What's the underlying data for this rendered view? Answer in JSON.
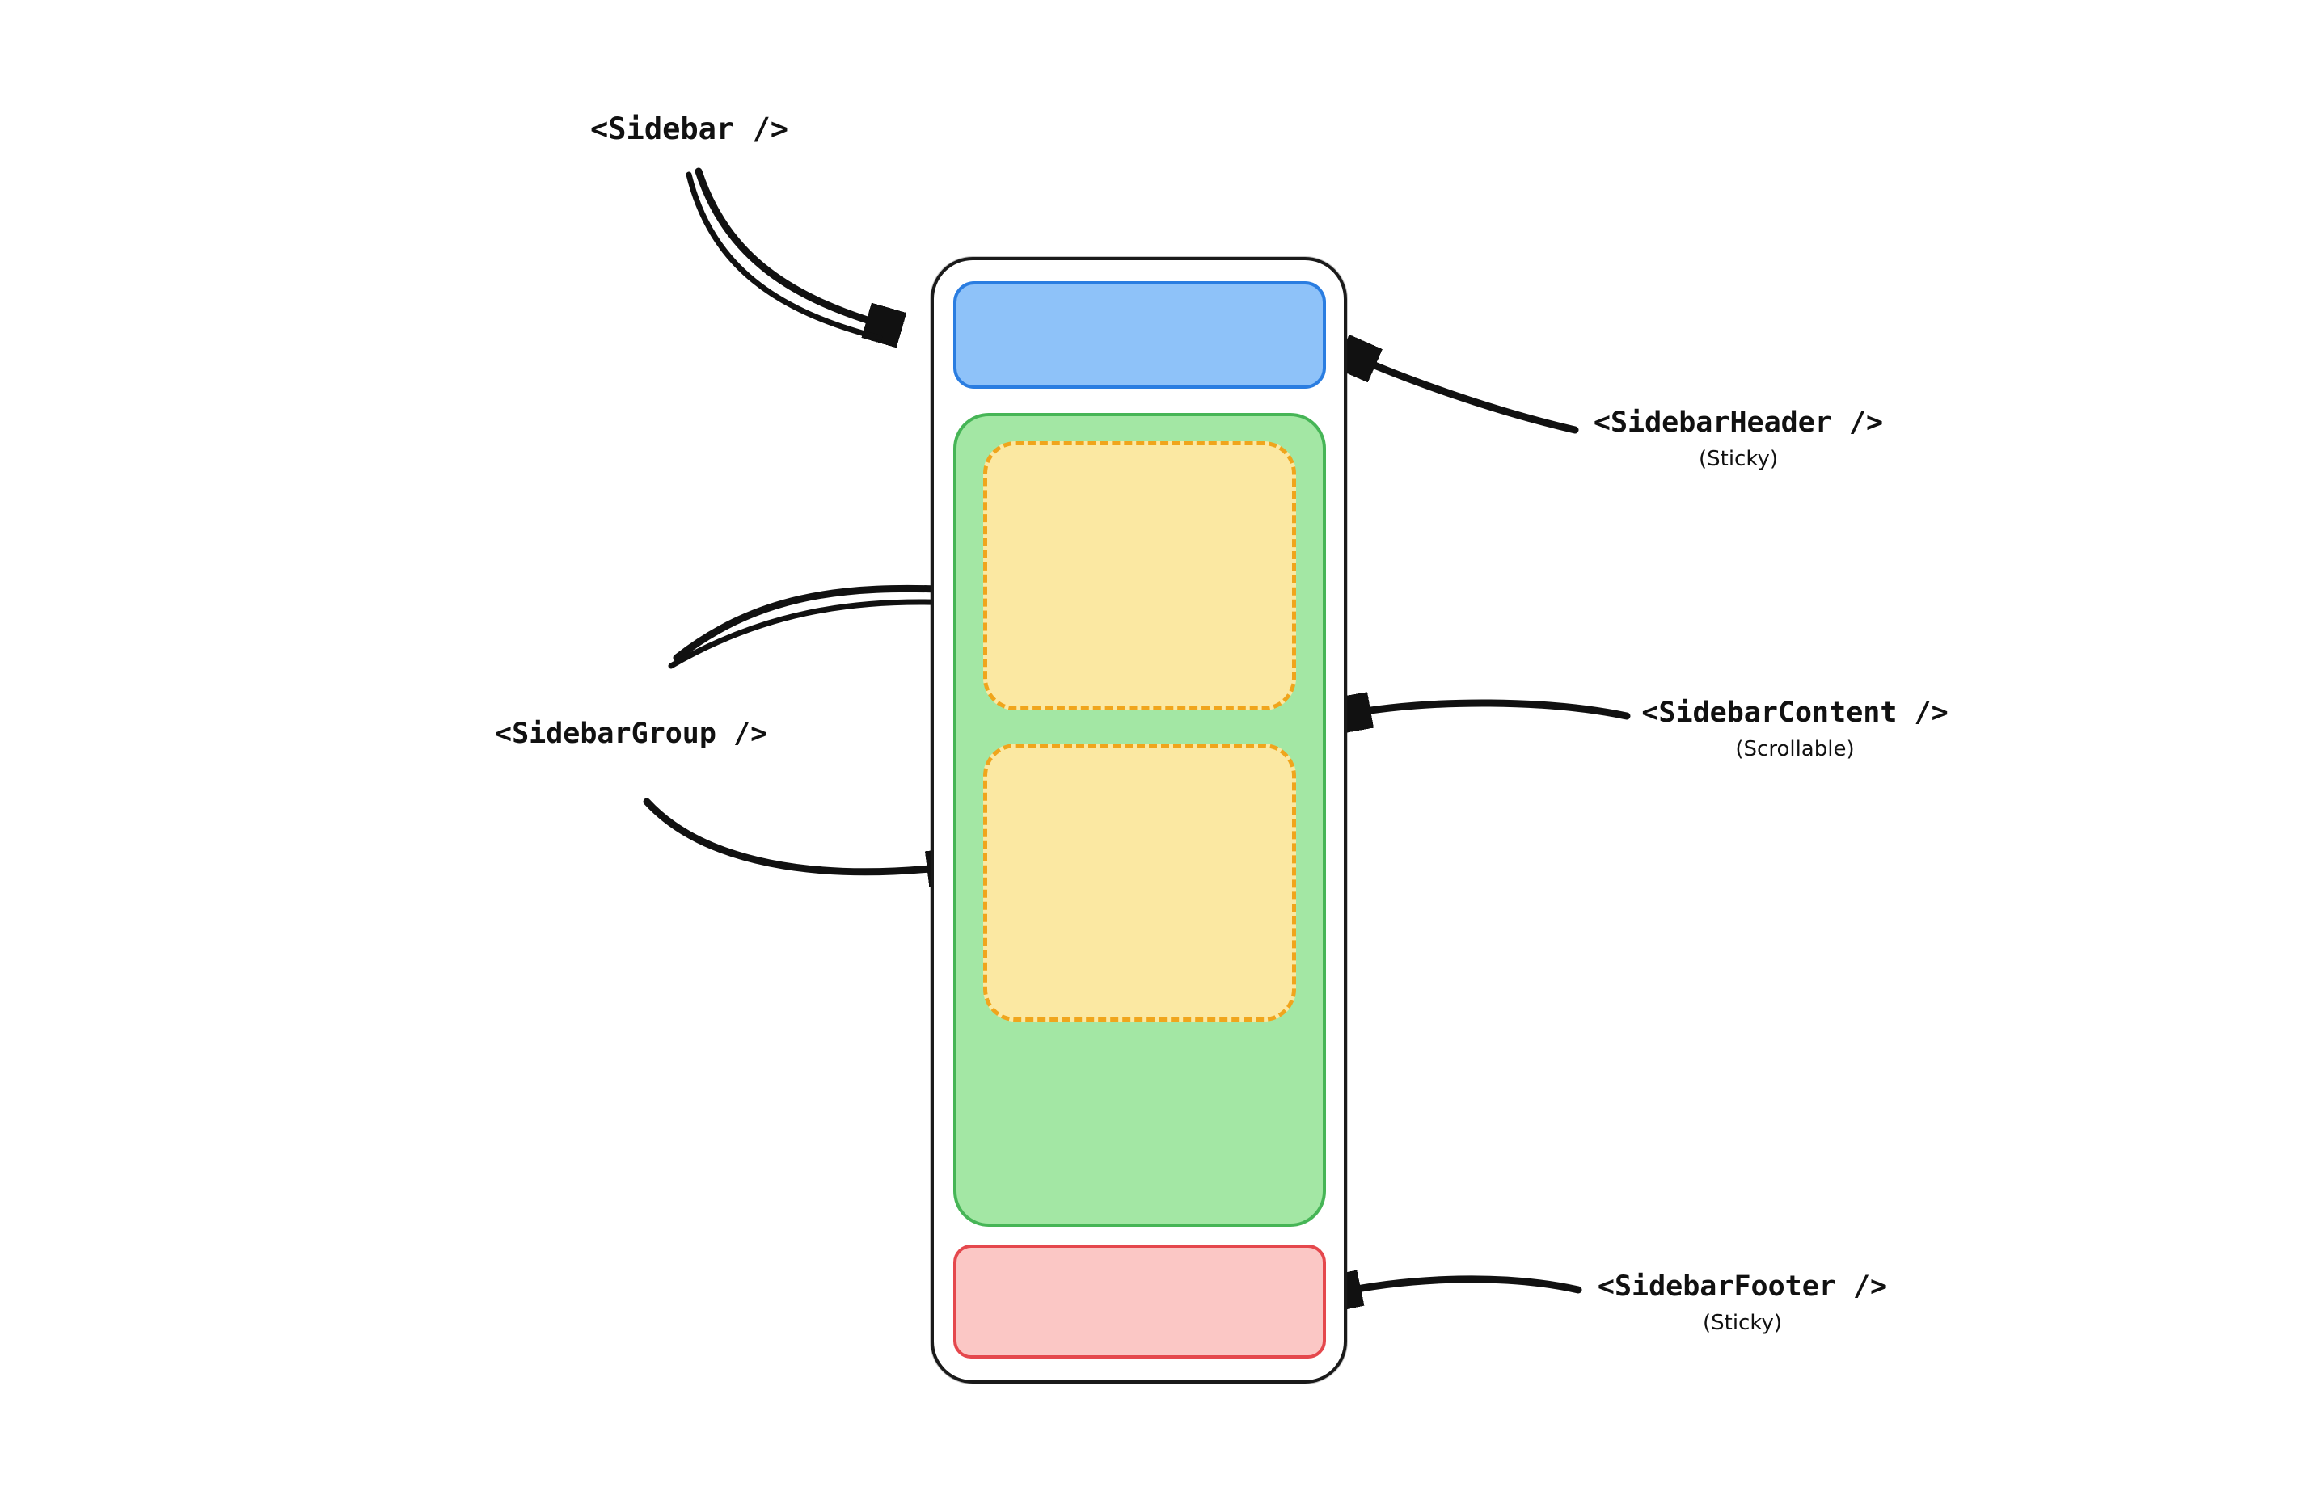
{
  "diagram": {
    "sidebar_label": "<Sidebar />",
    "header_label": "<SidebarHeader />",
    "header_sub": "(Sticky)",
    "group_label": "<SidebarGroup />",
    "content_label": "<SidebarContent />",
    "content_sub": "(Scrollable)",
    "footer_label": "<SidebarFooter />",
    "footer_sub": "(Sticky)"
  },
  "colors": {
    "header-fill": "#8ec2f9",
    "header-border": "#2a7de1",
    "content-fill": "#a3e7a4",
    "content-border": "#46b556",
    "group-fill": "#fbe8a2",
    "group-border": "#f0a51c",
    "footer-fill": "#fbc7c5",
    "footer-border": "#e5484d",
    "outline": "#1a1a1a",
    "arrow": "#111111",
    "background": "#ffffff"
  }
}
